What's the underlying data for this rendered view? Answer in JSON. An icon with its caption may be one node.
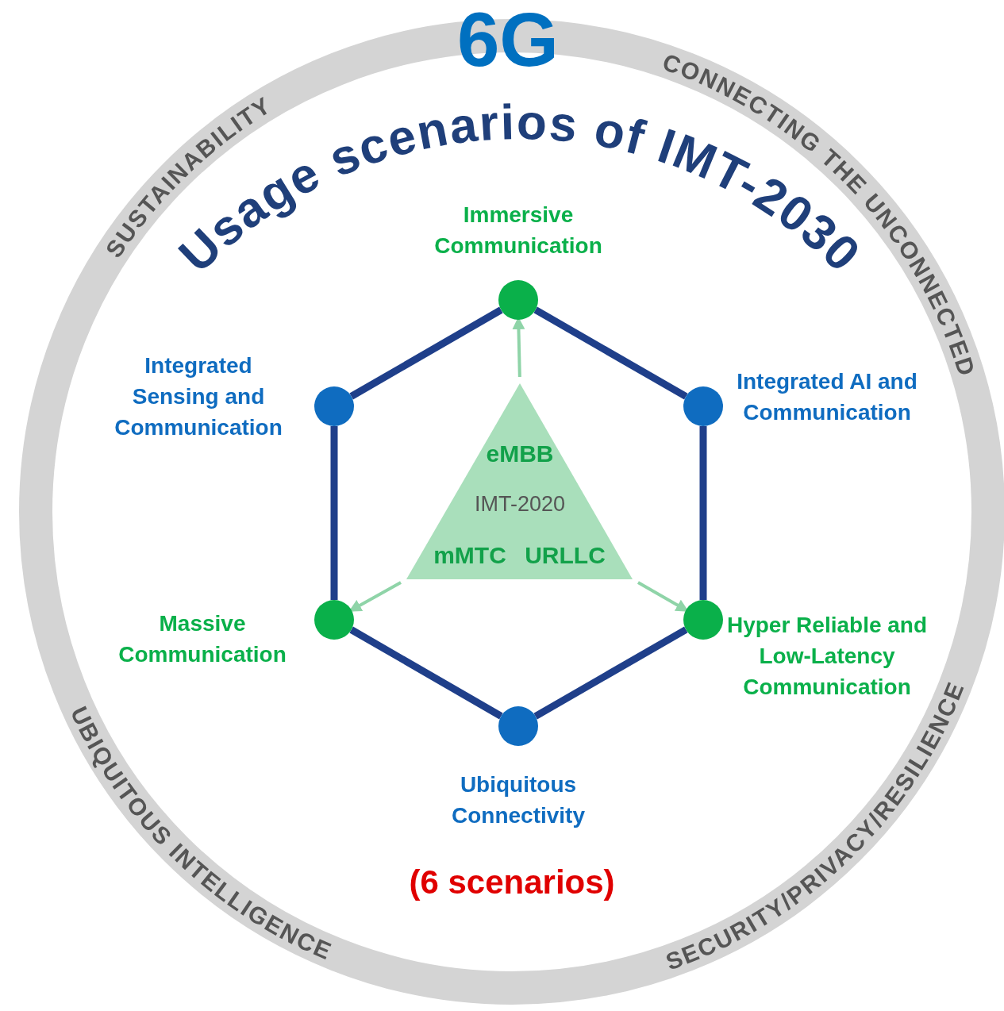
{
  "diagram": {
    "title": "Usage scenarios of IMT-2030",
    "nodes": [
      {
        "text": [],
        "shape": "circle",
        "beside": [
          "Immersive Communication"
        ]
      },
      {
        "text": [],
        "shape": "circle",
        "beside": [
          "Integrated Sensing and Communication"
        ]
      },
      {
        "text": [],
        "shape": "circle",
        "beside": [
          "Integrated AI and Communication"
        ]
      },
      {
        "text": [
          "eMBB",
          "IMT-2020",
          "mMTC",
          "URLLC"
        ]
      },
      {
        "text": [],
        "shape": "circle",
        "beside": [
          "Massive Communication"
        ]
      },
      {
        "text": [],
        "shape": "circle",
        "beside": [
          "Hyper Reliable and Low-Latency Communication"
        ]
      },
      {
        "text": [],
        "shape": "circle",
        "beside": [
          "Ubiquitous Connectivity"
        ]
      }
    ],
    "edges": [
      {
        "from": 0,
        "to": 2,
        "arrow": "none"
      },
      {
        "from": 2,
        "to": 5,
        "arrow": "none"
      },
      {
        "from": 5,
        "to": 6,
        "arrow": "none"
      },
      {
        "from": 6,
        "to": 4,
        "arrow": "none"
      },
      {
        "from": 4,
        "to": 1,
        "arrow": "none"
      },
      {
        "from": 1,
        "to": 0,
        "arrow": "none"
      },
      {
        "from": 3,
        "to": 0,
        "arrow": "to",
        "color": "#8fd4a8"
      },
      {
        "from": 3,
        "to": 4,
        "arrow": "to",
        "color": "#8fd4a8"
      },
      {
        "from": 3,
        "to": 5,
        "arrow": "to",
        "color": "#8fd4a8"
      }
    ],
    "labels": [
      "6G",
      "SUSTAINABILITY",
      "CONNECTING THE UNCONNECTED",
      "UBIQUITOUS INTELLIGENCE",
      "SECURITY/PRIVACY/RESILIENCE",
      "(6 scenarios)"
    ]
  }
}
